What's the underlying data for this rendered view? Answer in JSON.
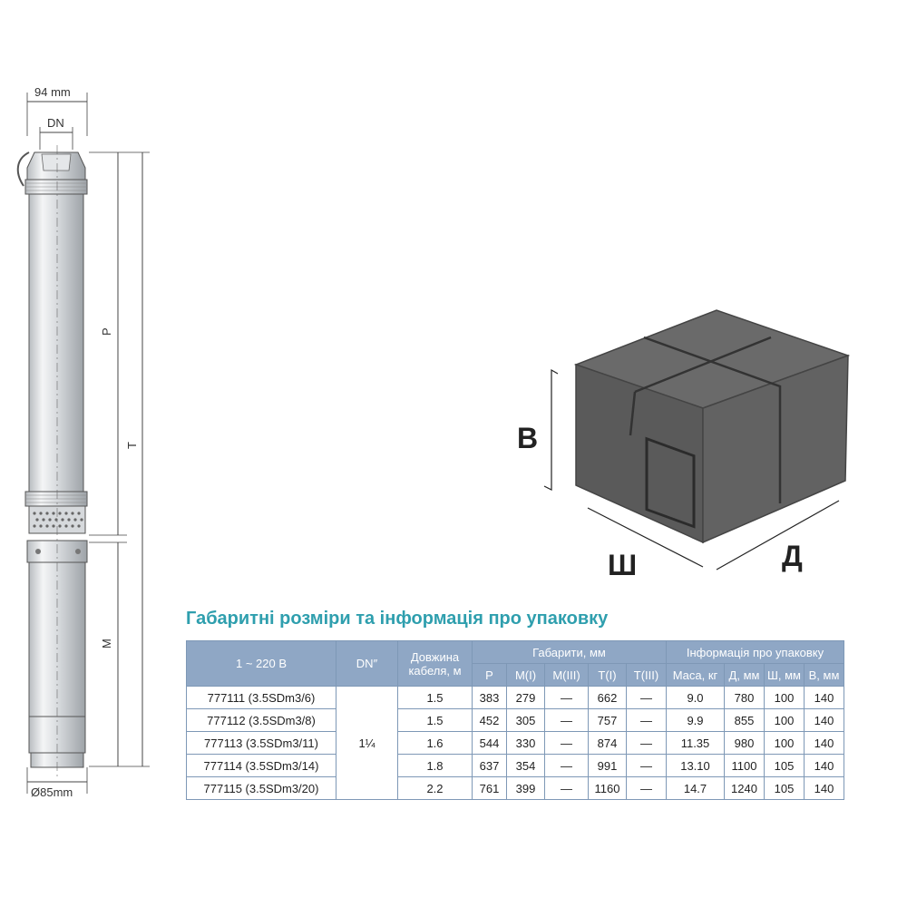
{
  "pump": {
    "dim_width": "94 mm",
    "dim_dn": "DN",
    "dim_p": "P",
    "dim_t": "T",
    "dim_m": "M",
    "dim_diameter": "Ø85mm"
  },
  "box": {
    "label_height": "В",
    "label_width": "Ш",
    "label_length": "Д"
  },
  "title": "Габаритні розміри та інформація про упаковку",
  "table": {
    "header": {
      "voltage": "1 ~ 220 В",
      "dn": "DN″",
      "cable_line1": "Довжина",
      "cable_line2": "кабеля, м",
      "dimensions": "Габарити, мм",
      "packaging": "Інформація про упаковку",
      "sub": [
        "P",
        "M(I)",
        "M(III)",
        "T(I)",
        "T(III)",
        "Маса, кг",
        "Д, мм",
        "Ш, мм",
        "В, мм"
      ]
    },
    "dn_value": "1¼",
    "rows": [
      {
        "model": "777111 (3.5SDm3/6)",
        "cable": "1.5",
        "p": "383",
        "m1": "279",
        "m3": "—",
        "t1": "662",
        "t3": "—",
        "mass": "9.0",
        "d": "780",
        "w": "100",
        "h": "140"
      },
      {
        "model": "777112 (3.5SDm3/8)",
        "cable": "1.5",
        "p": "452",
        "m1": "305",
        "m3": "—",
        "t1": "757",
        "t3": "—",
        "mass": "9.9",
        "d": "855",
        "w": "100",
        "h": "140"
      },
      {
        "model": "777113 (3.5SDm3/11)",
        "cable": "1.6",
        "p": "544",
        "m1": "330",
        "m3": "—",
        "t1": "874",
        "t3": "—",
        "mass": "11.35",
        "d": "980",
        "w": "100",
        "h": "140"
      },
      {
        "model": "777114 (3.5SDm3/14)",
        "cable": "1.8",
        "p": "637",
        "m1": "354",
        "m3": "—",
        "t1": "991",
        "t3": "—",
        "mass": "13.10",
        "d": "1100",
        "w": "105",
        "h": "140"
      },
      {
        "model": "777115 (3.5SDm3/20)",
        "cable": "2.2",
        "p": "761",
        "m1": "399",
        "m3": "—",
        "t1": "1160",
        "t3": "—",
        "mass": "14.7",
        "d": "1240",
        "w": "105",
        "h": "140"
      }
    ]
  }
}
